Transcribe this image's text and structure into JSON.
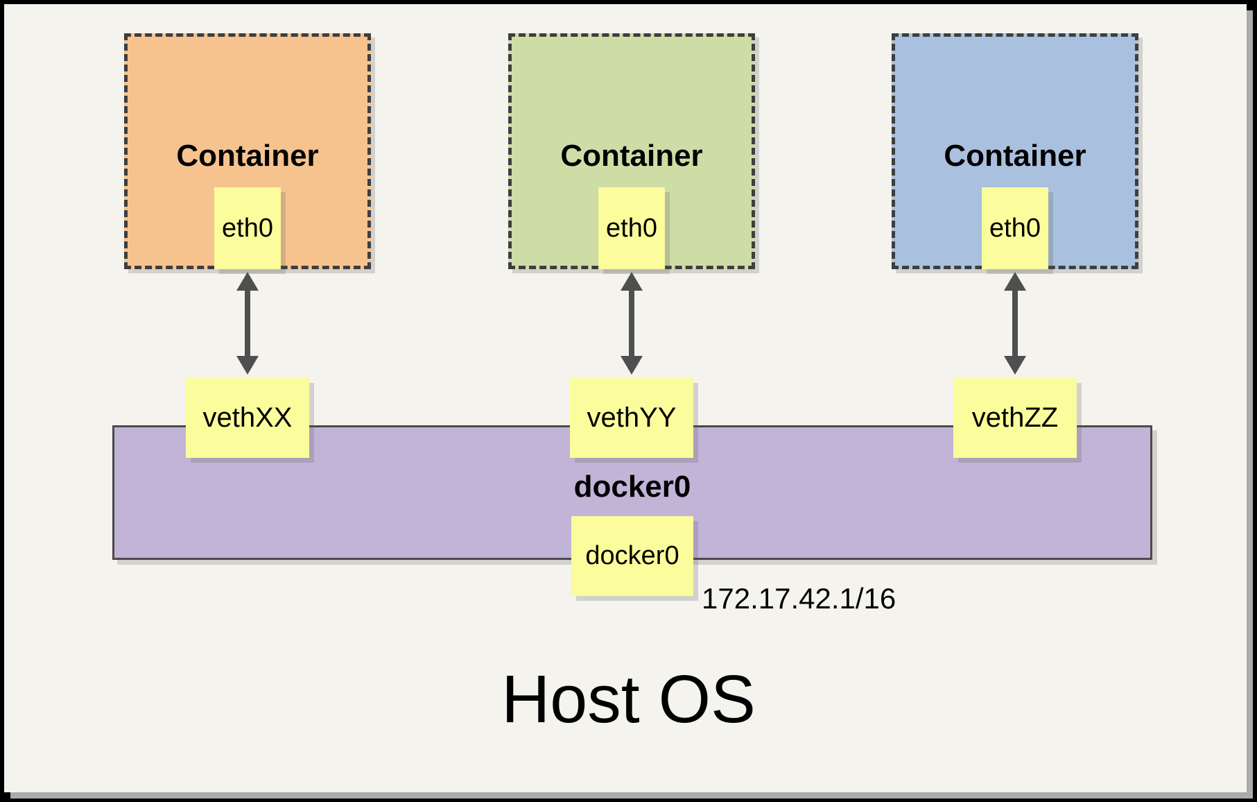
{
  "host": {
    "title": "Host OS"
  },
  "bridge": {
    "label": "docker0",
    "interface_label": "docker0",
    "subnet": "172.17.42.1/16",
    "fill": "#C1B4D7"
  },
  "containers": [
    {
      "label": "Container",
      "interface_label": "eth0",
      "veth_label": "vethXX",
      "fill": "#F6C38E"
    },
    {
      "label": "Container",
      "interface_label": "eth0",
      "veth_label": "vethYY",
      "fill": "#CEDCA6"
    },
    {
      "label": "Container",
      "interface_label": "eth0",
      "veth_label": "vethZZ",
      "fill": "#A9C1DE"
    }
  ],
  "colors": {
    "page_background": "#F4F3EE",
    "frame_black": "#000000",
    "note_yellow": "#FBFC9B",
    "arrow_gray": "#4F4F4F",
    "dashed_border_gray": "#3E3E3E",
    "bridge_purple": "#C1B4D7"
  }
}
